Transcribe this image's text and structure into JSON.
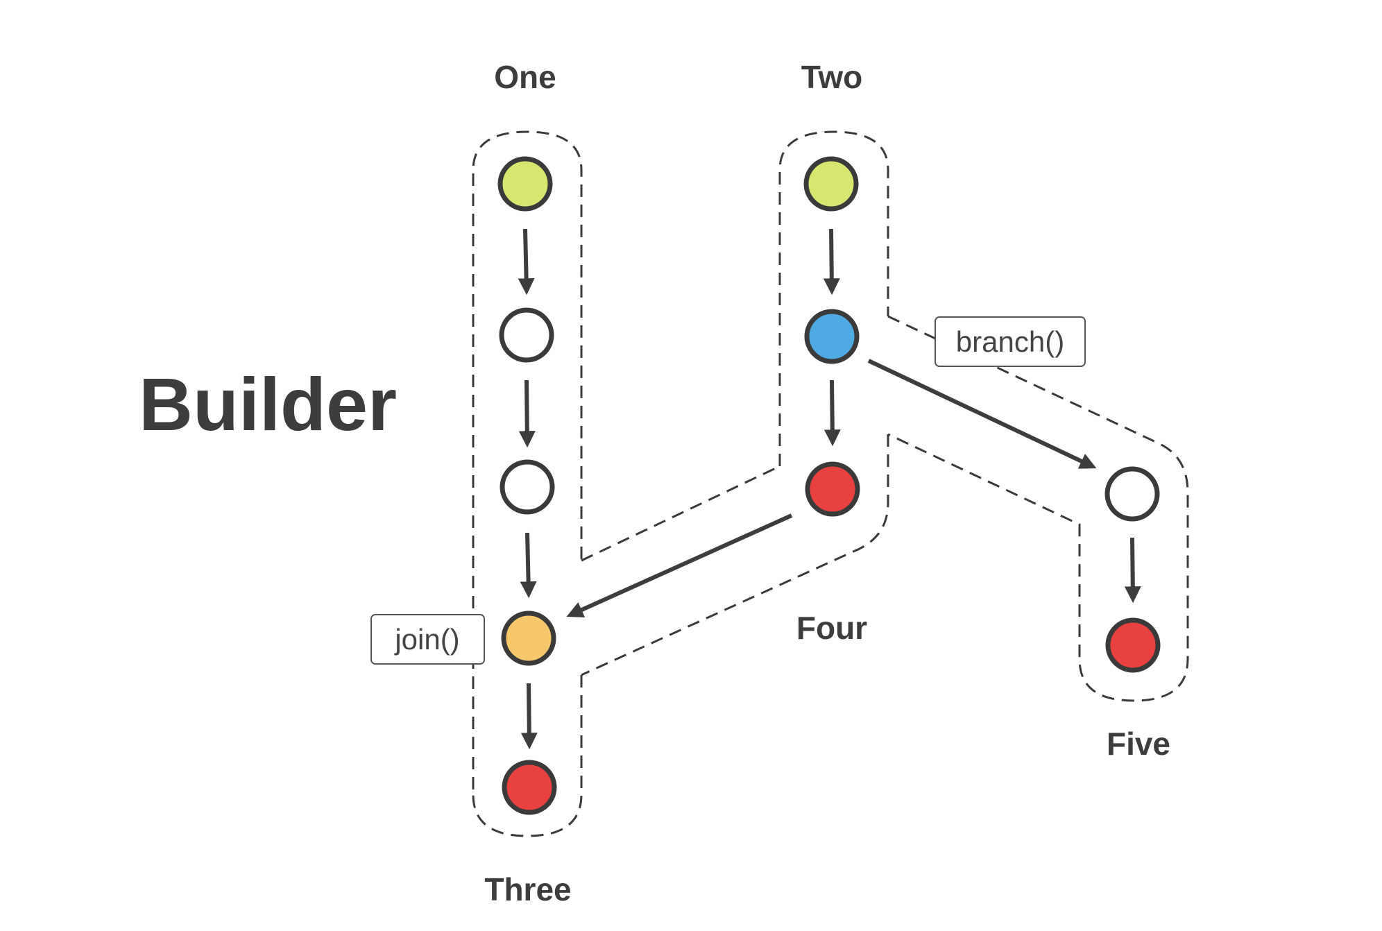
{
  "title": "Builder",
  "lanes": {
    "one": "One",
    "two": "Two",
    "three": "Three",
    "four": "Four",
    "five": "Five"
  },
  "operations": {
    "join": "join()",
    "branch": "branch()"
  },
  "colors": {
    "start": "#d6e66e",
    "intermediate": "#ffffff",
    "branch_point": "#4fa9e2",
    "join_point": "#f6c86b",
    "end": "#e8413f"
  },
  "nodes": [
    {
      "id": "one-1",
      "kind": "start"
    },
    {
      "id": "one-2",
      "kind": "intermediate"
    },
    {
      "id": "one-3",
      "kind": "intermediate"
    },
    {
      "id": "join",
      "kind": "join_point"
    },
    {
      "id": "three-end",
      "kind": "end"
    },
    {
      "id": "two-1",
      "kind": "start"
    },
    {
      "id": "branch",
      "kind": "branch_point"
    },
    {
      "id": "four-end",
      "kind": "end"
    },
    {
      "id": "five-1",
      "kind": "intermediate"
    },
    {
      "id": "five-end",
      "kind": "end"
    }
  ],
  "edges": [
    [
      "one-1",
      "one-2"
    ],
    [
      "one-2",
      "one-3"
    ],
    [
      "one-3",
      "join"
    ],
    [
      "join",
      "three-end"
    ],
    [
      "two-1",
      "branch"
    ],
    [
      "branch",
      "four-end"
    ],
    [
      "branch",
      "five-1"
    ],
    [
      "five-1",
      "five-end"
    ],
    [
      "four-end",
      "join"
    ]
  ]
}
